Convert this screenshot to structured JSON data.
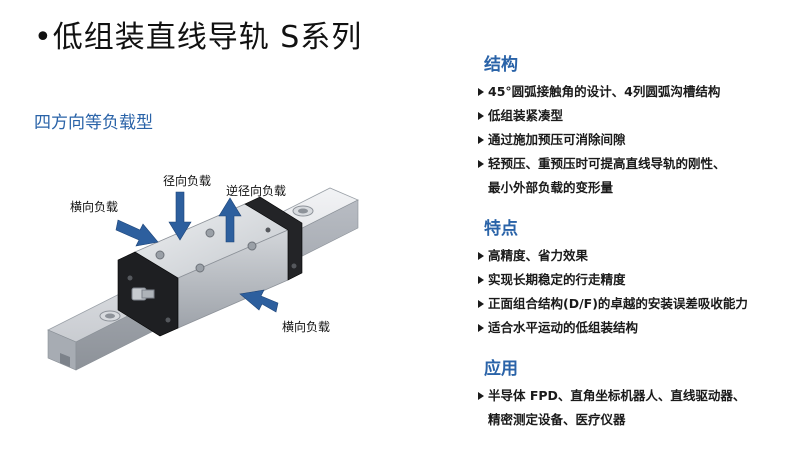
{
  "title": "•低组装直线导轨 S系列",
  "subtitle": "四方向等负载型",
  "callouts": {
    "radial": "径向负载",
    "reverse_radial": "逆径向负载",
    "lateral_left": "横向负载",
    "lateral_right": "横向负载"
  },
  "sections": [
    {
      "heading": "结构",
      "items": [
        {
          "text": "45°圆弧接触角的设计、4列圆弧沟槽结构"
        },
        {
          "text": "低组装紧凑型"
        },
        {
          "text": "通过施加预压可消除间隙"
        },
        {
          "text": "轻预压、重预压时可提高直线导轨的刚性、",
          "cont": "最小外部负载的变形量"
        }
      ]
    },
    {
      "heading": "特点",
      "items": [
        {
          "text": "高精度、省力效果"
        },
        {
          "text": "实现长期稳定的行走精度"
        },
        {
          "text": "正面组合结构(D/F)的卓越的安装误差吸收能力"
        },
        {
          "text": "适合水平运动的低组装结构"
        }
      ]
    },
    {
      "heading": "应用",
      "items": [
        {
          "text": "半导体 FPD、直角坐标机器人、直线驱动器、",
          "cont": "精密测定设备、医疗仪器"
        }
      ]
    }
  ],
  "colors": {
    "accent": "#2a63a8",
    "arrow": "#2d5f9e"
  }
}
